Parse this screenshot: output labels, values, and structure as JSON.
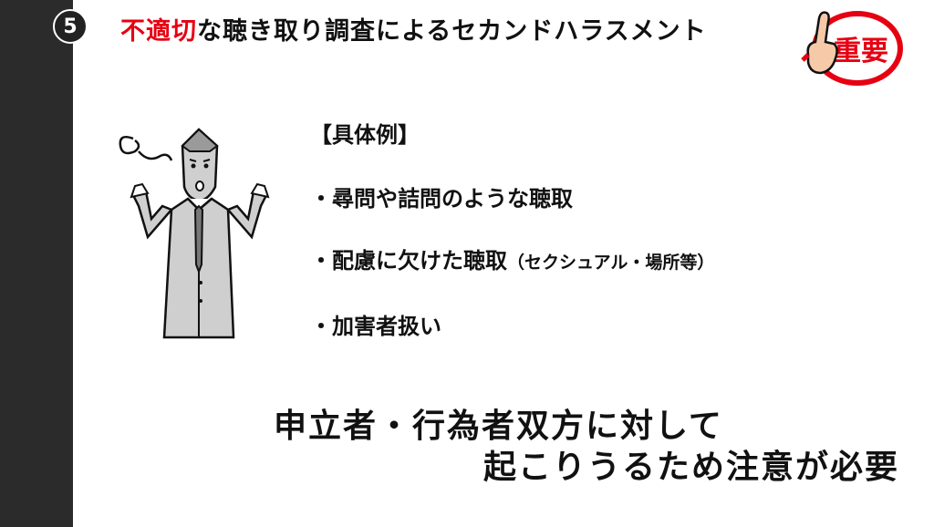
{
  "slide": {
    "number": "5",
    "title_accent": "不適切",
    "title_rest": "な聴き取り調査によるセカンドハラスメント",
    "accent_color": "#e60012"
  },
  "stamp": {
    "text": "重要",
    "icon": "pointing-finger-icon"
  },
  "examples": {
    "heading": "【具体例】",
    "items": [
      {
        "text": "・尋問や詰問のような聴取",
        "note": ""
      },
      {
        "text": "・配慮に欠けた聴取",
        "note": "（セクシュアル・場所等）"
      },
      {
        "text": "・加害者扱い",
        "note": ""
      }
    ]
  },
  "conclusion": {
    "line1": "申立者・行為者双方に対して",
    "line2": "起こりうるため注意が必要"
  }
}
